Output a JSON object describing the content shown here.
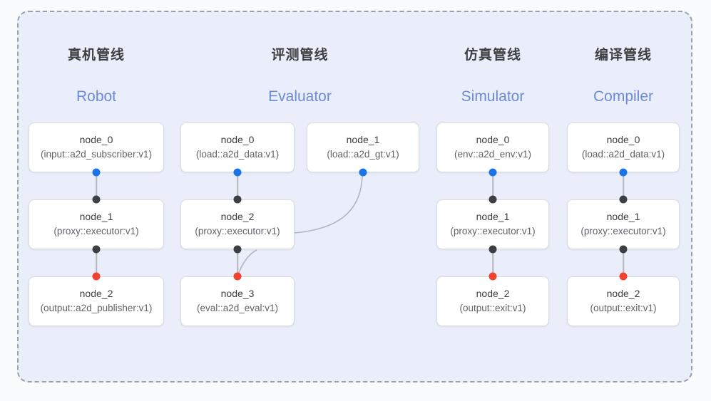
{
  "diagram": {
    "panel_label": "pipeline-overview-panel",
    "background_color": "#e9eefa",
    "border_color": "#9aa0a6",
    "colors": {
      "port_in": "#1a73e8",
      "port_mid": "#3c4043",
      "port_out": "#f4402f",
      "edge": "#b3b6bb",
      "heading_cn": "#3c4043",
      "heading_en": "#6d8ad4"
    },
    "columns": [
      {
        "cn_title": "真机管线",
        "en_title": "Robot",
        "nodes": [
          {
            "title": "node_0",
            "subtitle": "(input::a2d_subscriber:v1)"
          },
          {
            "title": "node_1",
            "subtitle": "(proxy::executor:v1)"
          },
          {
            "title": "node_2",
            "subtitle": "(output::a2d_publisher:v1)"
          }
        ]
      },
      {
        "cn_title": "评测管线",
        "en_title": "Evaluator",
        "nodes": [
          {
            "title": "node_0",
            "subtitle": "(load::a2d_data:v1)"
          },
          {
            "title": "node_2",
            "subtitle": "(proxy::executor:v1)"
          },
          {
            "title": "node_3",
            "subtitle": "(eval::a2d_eval:v1)"
          },
          {
            "title": "node_1",
            "subtitle": "(load::a2d_gt:v1)"
          }
        ]
      },
      {
        "cn_title": "仿真管线",
        "en_title": "Simulator",
        "nodes": [
          {
            "title": "node_0",
            "subtitle": "(env::a2d_env:v1)"
          },
          {
            "title": "node_1",
            "subtitle": "(proxy::executor:v1)"
          },
          {
            "title": "node_2",
            "subtitle": "(output::exit:v1)"
          }
        ]
      },
      {
        "cn_title": "编译管线",
        "en_title": "Compiler",
        "nodes": [
          {
            "title": "node_0",
            "subtitle": "(load::a2d_data:v1)"
          },
          {
            "title": "node_1",
            "subtitle": "(proxy::executor:v1)"
          },
          {
            "title": "node_2",
            "subtitle": "(output::exit:v1)"
          }
        ]
      }
    ]
  }
}
